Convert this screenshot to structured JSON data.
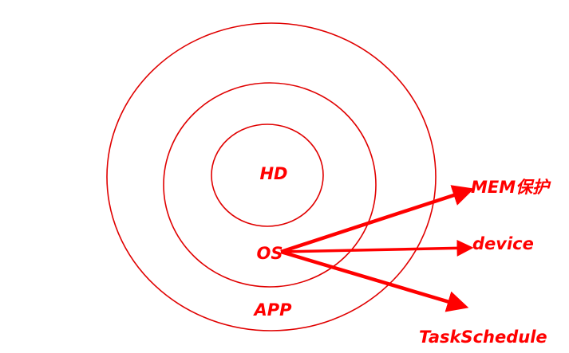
{
  "diagram": {
    "colors": {
      "stroke": "#e00000",
      "label": "#ff0000"
    },
    "rings": {
      "inner": "HD",
      "middle": "OS",
      "outer": "APP"
    },
    "arrows": {
      "mem": "MEM保护",
      "device": "device",
      "task": "TaskSchedule"
    }
  }
}
